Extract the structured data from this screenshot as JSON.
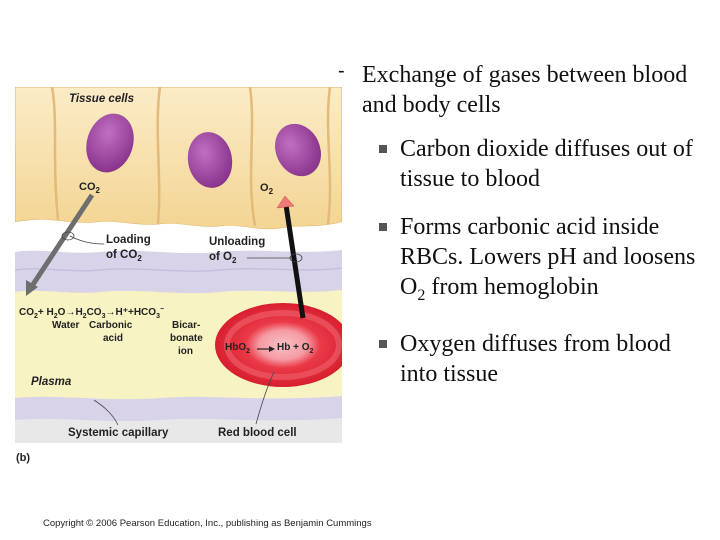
{
  "diagram": {
    "panel_letter": "(b)",
    "tissue_cells_label": "Tissue cells",
    "co2_label": "CO",
    "o2_label": "O",
    "subscript_2": "2",
    "loading_line1": "Loading",
    "loading_line2": "of CO",
    "unloading_line1": "Unloading",
    "unloading_line2": "of O",
    "equation": {
      "co2": "CO",
      "plus_h2o": "+ H",
      "o_arrow": "O",
      "h2co3": "H",
      "co3": "CO",
      "hplus": "H⁺+",
      "hco3": "HCO",
      "hco3_charge": "−"
    },
    "water_label": "Water",
    "carbonic_line1": "Carbonic",
    "carbonic_line2": "acid",
    "bicarbonate_line1": "Bicar-",
    "bicarbonate_line2": "bonate",
    "bicarbonate_line3": "ion",
    "plasma_label": "Plasma",
    "hbo2_label": "HbO",
    "hb_plus_o2_label": "Hb + O",
    "systemic_capillary_label": "Systemic capillary",
    "red_blood_cell_label": "Red blood cell"
  },
  "text": {
    "main_bullet": "Exchange of gases between blood and body cells",
    "sub_bullet_1": "Carbon dioxide diffuses out of tissue to blood",
    "sub_bullet_2_a": "Forms carbonic acid inside RBCs. Lowers pH and loosens O",
    "sub_bullet_2_sub": "2",
    "sub_bullet_2_b": " from hemoglobin",
    "sub_bullet_3": "Oxygen diffuses from blood into tissue"
  },
  "copyright": "Copyright © 2006 Pearson Education, Inc., publishing as Benjamin Cummings",
  "colors": {
    "tissue": "#f7dfa8",
    "tissue_outline": "#e2b872",
    "nucleus": "#9b3d9c",
    "capillary_wall": "#d6d2e6",
    "plasma": "#f7f2bf",
    "rbc_outer": "#e8303c",
    "rbc_inner": "#f49aa2",
    "gray_bg": "#e6e6e6"
  }
}
